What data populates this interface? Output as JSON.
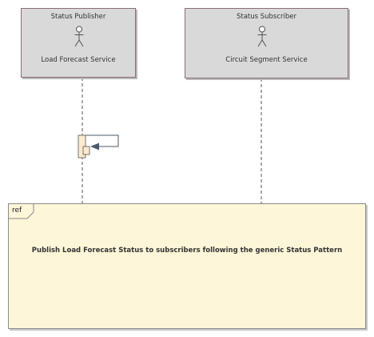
{
  "lifelines": [
    {
      "stereotype": "Status Publisher",
      "name": "Load Forecast Service",
      "icon": "actor-icon"
    },
    {
      "stereotype": "Status Subscriber",
      "name": "Circuit Segment Service",
      "icon": "actor-icon"
    }
  ],
  "interaction_reference": {
    "label": "ref",
    "text": "Publish Load Forecast Status to subscribers following the generic Status Pattern"
  },
  "colors": {
    "lifeline_fill": "#d9d9d9",
    "lifeline_border": "#8a6d79",
    "activation_fill": "#fde9d0",
    "ref_fill": "#fdf6d8",
    "message_arrow": "#4a5a6a"
  }
}
